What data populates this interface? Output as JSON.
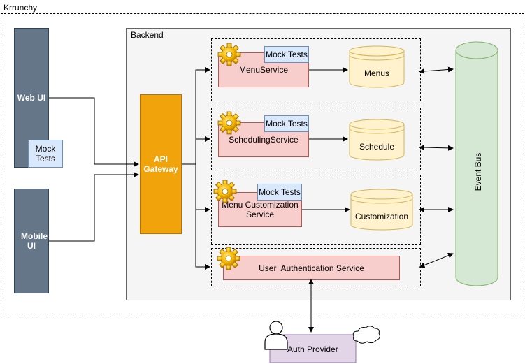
{
  "outer": {
    "label": "Krrunchy"
  },
  "backend": {
    "label": "Backend"
  },
  "clients": {
    "web": "Web UI",
    "mobile": "Mobile UI"
  },
  "mock_label": "Mock Tests",
  "gateway": "API Gateway",
  "services": {
    "menu": "MenuService",
    "scheduling": "SchedulingService",
    "customization": "Menu Customization Service",
    "auth": "User  Authentication Service"
  },
  "databases": {
    "menus": "Menus",
    "schedule": "Schedule",
    "customization": "Customization"
  },
  "event_bus": "Event Bus",
  "auth_provider": "Auth Provider",
  "colors": {
    "client": "#647687",
    "mock": "#dae8fc",
    "service": "#f8cecc",
    "gateway": "#f0a30a",
    "database": "#fff2cc",
    "event_bus": "#d5e8d4",
    "auth_provider": "#e1d5e7"
  }
}
